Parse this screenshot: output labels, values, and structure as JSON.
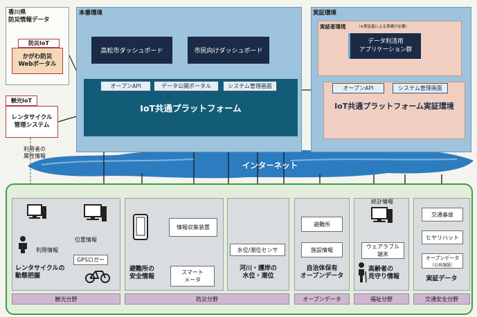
{
  "kagawa": {
    "title_line1": "香川県",
    "title_line2": "防災情報データ",
    "tag": "防災IoT",
    "portal_line1": "かがわ防災",
    "portal_line2": "Webポータル"
  },
  "kanko": {
    "tag": "観光IoT",
    "system_line1": "レンタサイクル",
    "system_line2": "管理システム",
    "attr_line1": "利用者の",
    "attr_line2": "属性情報"
  },
  "production": {
    "label": "本番環境",
    "dashboard_city": "高松市ダッシュボード",
    "dashboard_citizen": "市民向けダッシュボード",
    "api": "オープンAPI",
    "data_portal": "データ公開ポータル",
    "system_admin": "システム管理画面",
    "platform": "IoT共通プラットフォーム"
  },
  "experimental": {
    "label": "実証環境",
    "sub_label": "実証者環境",
    "sub_note": "（※実証者による準備が必要）",
    "app_line1": "データ利活用",
    "app_line2": "アプリケーション群",
    "api": "オープンAPI",
    "system_admin": "システム管理画面",
    "platform": "IoT共通プラットフォーム実証環境"
  },
  "internet": "インターネット",
  "panels": {
    "rental": {
      "usage_info": "利用情報",
      "location_info": "位置情報",
      "gps": "GPSロガー",
      "label_line1": "レンタサイクルの",
      "label_line2": "動態把握"
    },
    "evacuation": {
      "label_line1": "避難所の",
      "label_line2": "安全情報"
    },
    "collector": {
      "device": "情報収集装置",
      "meter_line1": "スマート",
      "meter_line2": "メータ"
    },
    "river": {
      "sensor": "水位/潮位センサ",
      "label_line1": "河川・護岸の",
      "label_line2": "水位・潮位"
    },
    "municipal": {
      "item1": "避難所",
      "item2": "施設情報",
      "label_line1": "自治体保有",
      "label_line2": "オープンデータ"
    },
    "elderly": {
      "stats": "統計情報",
      "wearable_line1": "ウェアラブル",
      "wearable_line2": "端末",
      "label_line1": "高齢者の",
      "label_line2": "見守り情報"
    },
    "traffic": {
      "item1": "交通事故",
      "item2": "ヒヤリハット",
      "item3_line1": "オープンデータ",
      "item3_line2": "（公共施設）",
      "label": "実証データ"
    }
  },
  "categories": {
    "tourism": "観光分野",
    "disaster": "防災分野",
    "open_data": "オープンデータ",
    "welfare": "福祉分野",
    "traffic": "交通安全分野"
  },
  "colors": {
    "navy": "#1b2a45",
    "teal_platform": "#135c78",
    "sky_env": "#9ec3dd",
    "salmon": "#f0cfc2",
    "green_border": "#3e9d3e",
    "red_tag": "#b33a3a",
    "internet_blue": "#2d7cc0",
    "category_purple": "#cfb9d2"
  }
}
